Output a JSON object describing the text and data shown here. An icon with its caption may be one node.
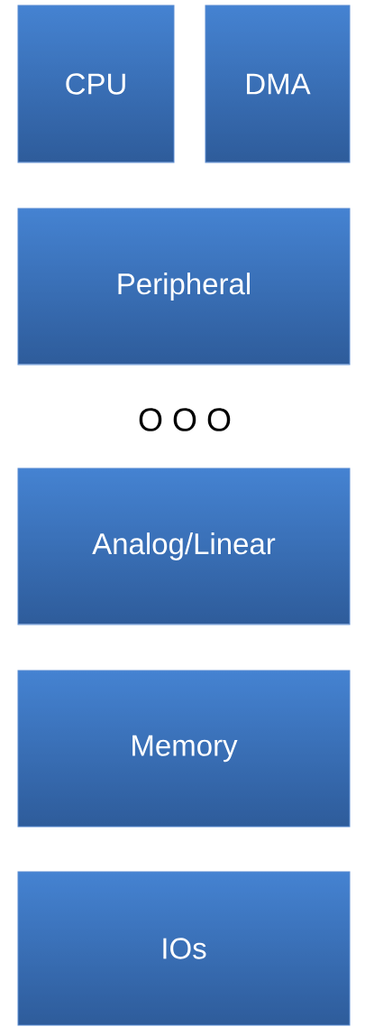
{
  "diagram": {
    "nodes": [
      {
        "text": [
          "CPU"
        ]
      },
      {
        "text": [
          "DMA"
        ]
      },
      {
        "text": [
          "Peripheral"
        ]
      },
      {
        "text": [
          "Analog/Linear"
        ]
      },
      {
        "text": [
          "Memory"
        ]
      },
      {
        "text": [
          "IOs"
        ]
      }
    ],
    "labels": [
      "O O O"
    ]
  }
}
